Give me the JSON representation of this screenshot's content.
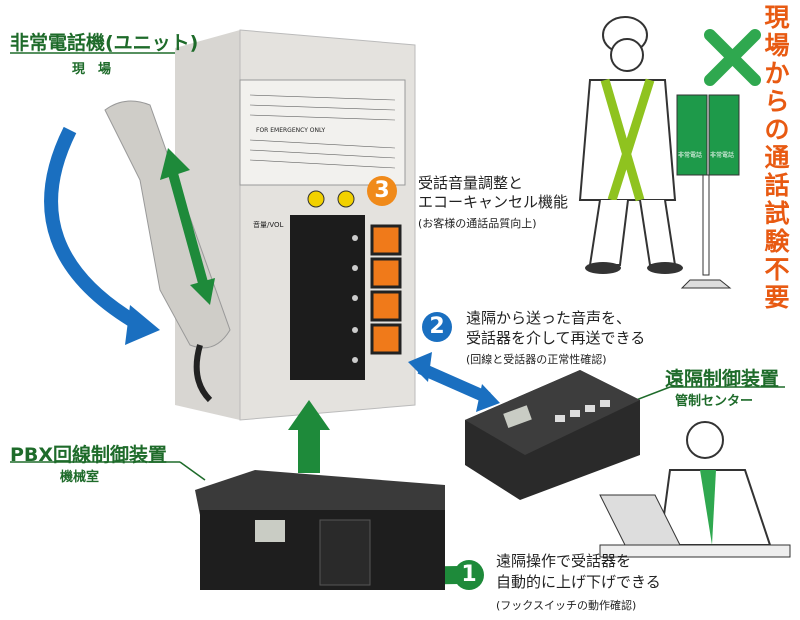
{
  "labels": {
    "phone_unit": {
      "title": "非常電話機(ユニット)",
      "location": "現　場"
    },
    "pbx": {
      "title": "PBX回線制御装置",
      "location": "機械室"
    },
    "remote": {
      "title": "遠隔制御装置",
      "location": "管制センター"
    },
    "vertical_slogan": "現場からの通話試験不要"
  },
  "features": [
    {
      "number": "1",
      "lines": [
        "遠隔操作で受話器を",
        "自動的に上げ下げできる"
      ],
      "note": "(フックスイッチの動作確認)"
    },
    {
      "number": "2",
      "lines": [
        "遠隔から送った音声を、",
        "受話器を介して再送できる"
      ],
      "note": "(回線と受話器の正常性確認)"
    },
    {
      "number": "3",
      "lines": [
        "受話音量調整と",
        "エコーキャンセル機能"
      ],
      "note": "(お客様の通話品質向上)"
    }
  ],
  "phone_panel": {
    "notice_heading": "FOR EMERGENCY ONLY",
    "volume_label": "音量/VOL",
    "sign_text": [
      "非常電話",
      "非常電話"
    ]
  },
  "colors": {
    "green": "#1e8a3a",
    "blue": "#1a6fc0",
    "orange": "#f08a1a",
    "red": "#e85a12"
  }
}
